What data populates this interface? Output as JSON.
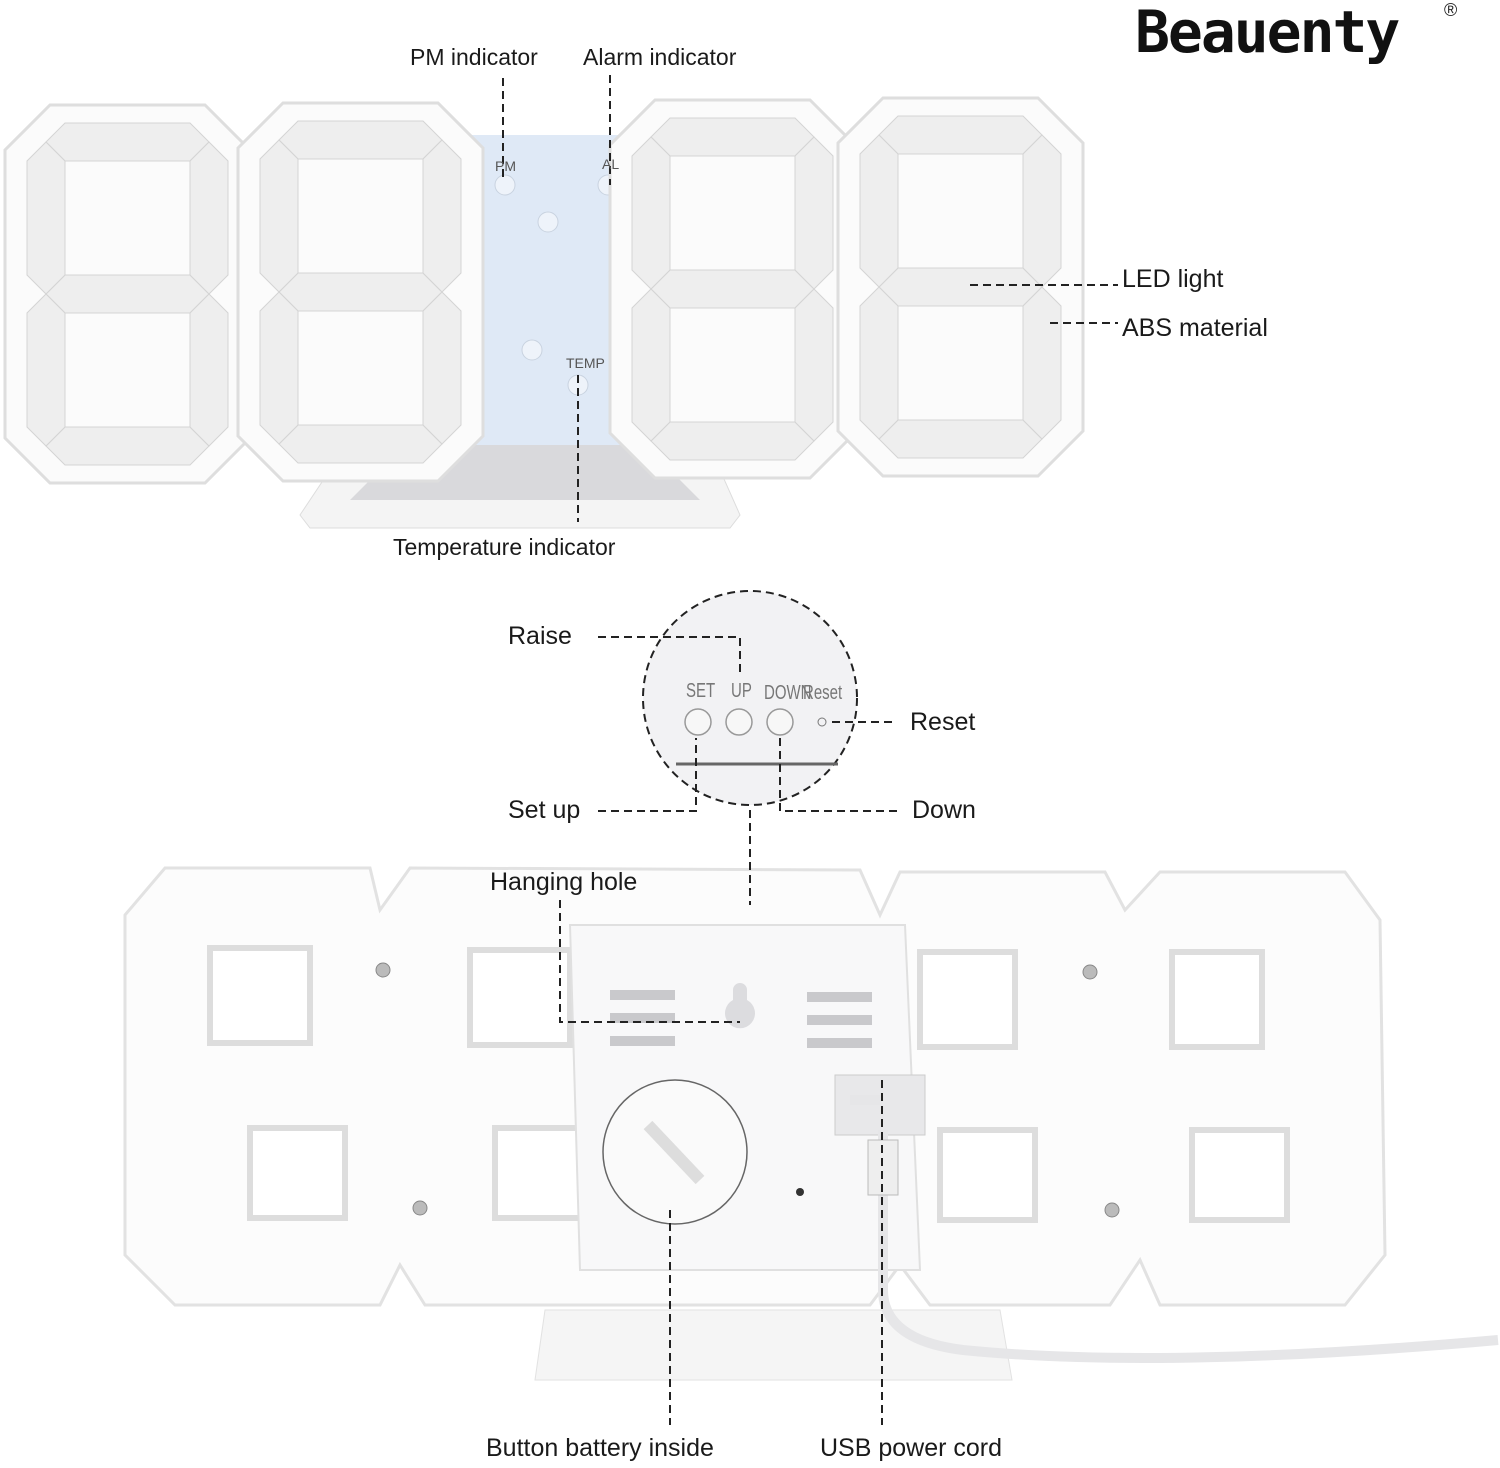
{
  "brand": {
    "name": "Beauenty",
    "registered_mark": "®"
  },
  "front_view": {
    "panel_marks": {
      "pm": "PM",
      "al": "AL",
      "temp": "TEMP"
    },
    "labels": {
      "pm_indicator": "PM indicator",
      "alarm_indicator": "Alarm indicator",
      "led_light": "LED light",
      "abs_material": "ABS material",
      "temperature_indicator": "Temperature indicator"
    }
  },
  "button_detail": {
    "buttons": [
      "SET",
      "UP",
      "DOWN",
      "Reset"
    ],
    "labels": {
      "raise": "Raise",
      "reset": "Reset",
      "set_up": "Set up",
      "down": "Down"
    }
  },
  "back_view": {
    "labels": {
      "hanging_hole": "Hanging hole",
      "button_battery": "Button battery inside",
      "usb_cord": "USB power cord"
    }
  },
  "colors": {
    "panel": "#dfe9f6",
    "segment": "#eeeeee",
    "dash": "#222222"
  }
}
